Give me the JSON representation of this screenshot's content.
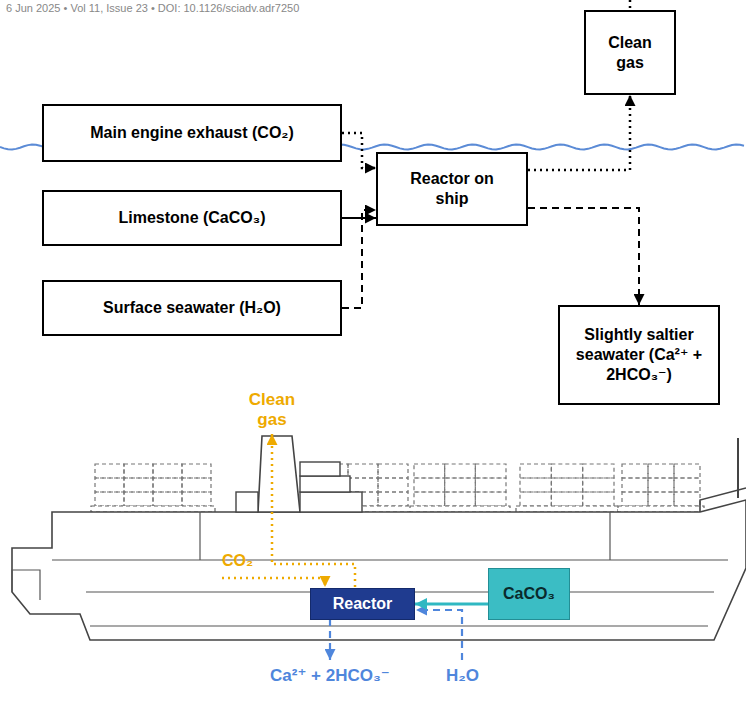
{
  "diagram": {
    "nodes": [
      {
        "text": [
          "Clean gas"
        ]
      },
      {
        "text": [
          "Main engine exhaust (CO₂)"
        ]
      },
      {
        "text": [
          "Limestone (CaCO₃)"
        ]
      },
      {
        "text": [
          "Reactor on ship"
        ]
      },
      {
        "text": [
          "Surface seawater (H₂O)"
        ]
      },
      {
        "text": [
          "Slightly saltier seawater (Ca²⁺ + 2HCO₃⁻)"
        ]
      },
      {
        "text": [
          "Reactor"
        ]
      },
      {
        "text": [
          "CaCO₃"
        ]
      }
    ],
    "edges": [
      {
        "from": 1,
        "to": 3,
        "arrow": "to"
      },
      {
        "from": 2,
        "to": 3,
        "arrow": "to"
      },
      {
        "from": 4,
        "to": 3,
        "arrow": "to"
      },
      {
        "from": 3,
        "to": 0,
        "arrow": "to"
      },
      {
        "from": 3,
        "to": 5,
        "arrow": "to"
      },
      {
        "from": 7,
        "to": 6,
        "arrow": "to"
      }
    ],
    "labels": [
      "6 Jun 2025 • Vol 11, Issue 23 • DOI: 10.1126/sciadv.adr7250",
      "Clean gas",
      "CO₂",
      "Ca²⁺ + 2HCO₃⁻",
      "H₂O"
    ]
  }
}
